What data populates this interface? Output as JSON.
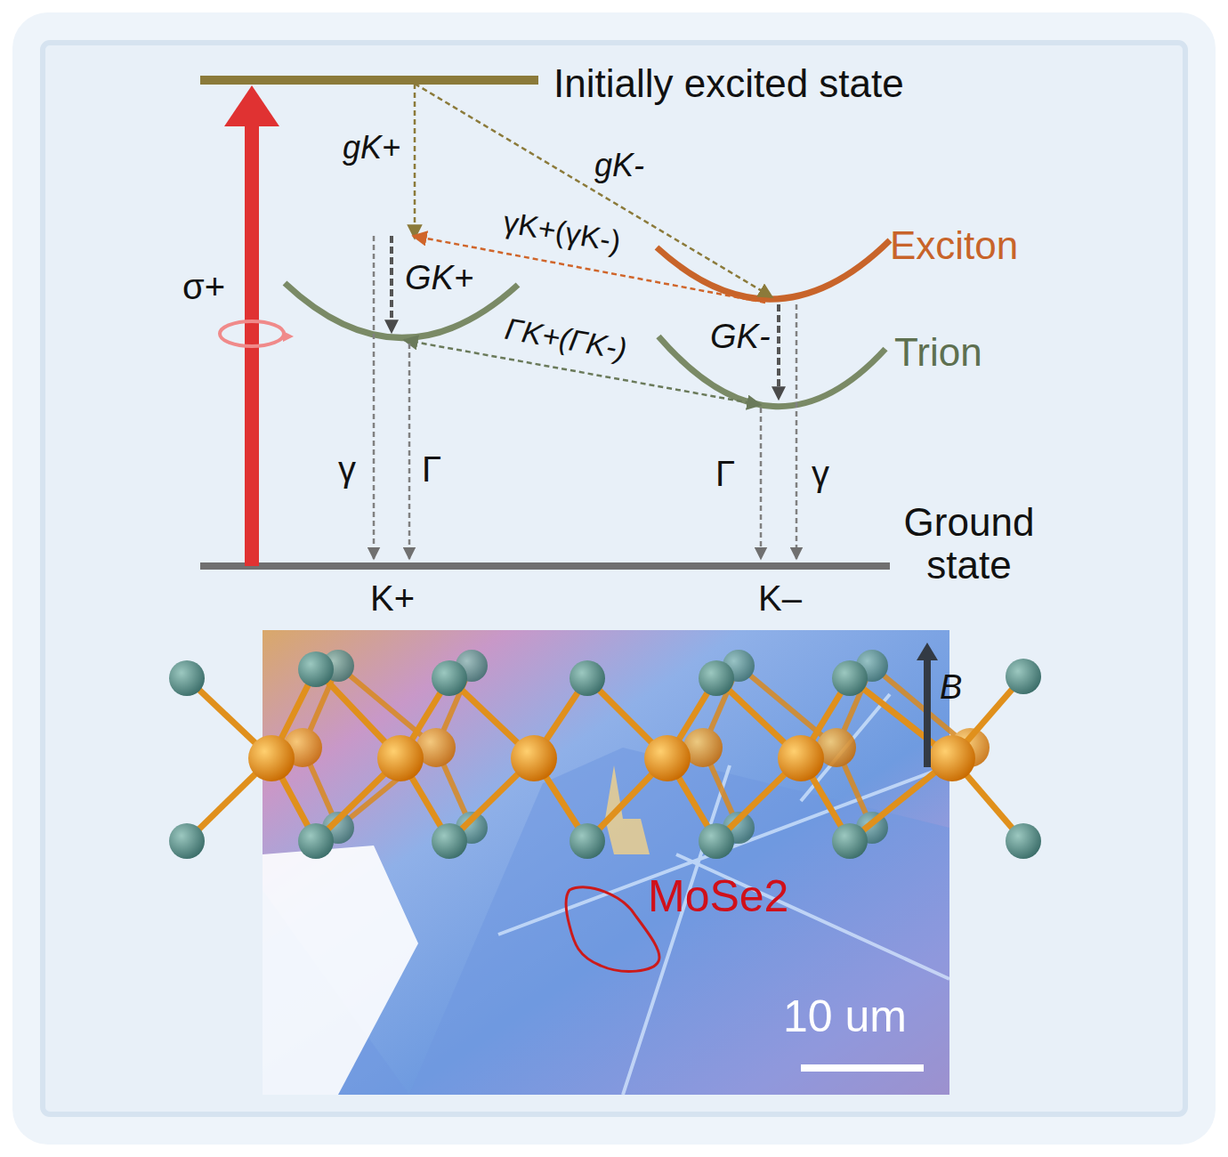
{
  "diagram": {
    "labels": [
      "Initially excited state",
      "gK+",
      "gK-",
      "γK+(γK-)",
      "Exciton",
      "σ+",
      "GK+",
      "ΓK+(ΓK-)",
      "GK-",
      "Trion",
      "γ",
      "Γ",
      "Γ",
      "γ",
      "Ground state",
      "K+",
      "K–",
      "B",
      "MoSe2",
      "10 um"
    ]
  }
}
